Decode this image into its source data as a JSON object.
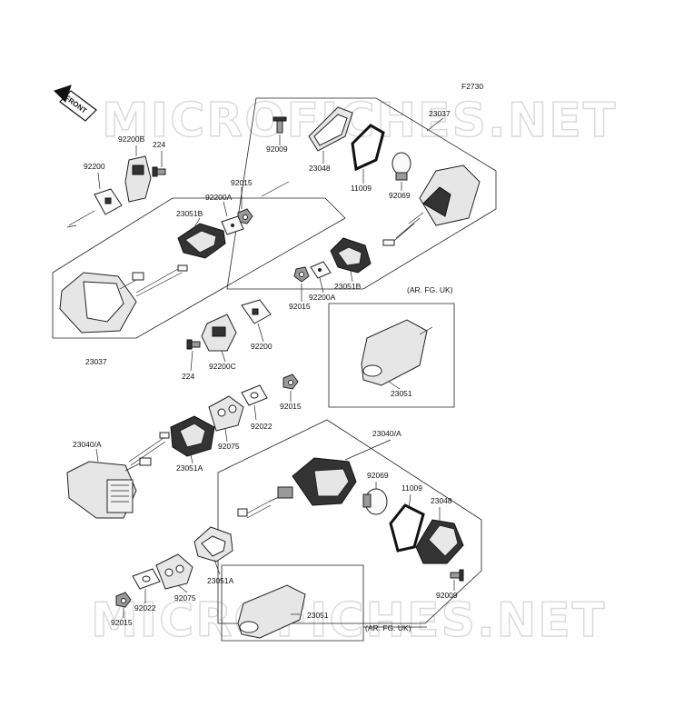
{
  "figure_code": "F2730",
  "front_label": "FRONT",
  "watermark": "MICROFICHES.NET",
  "callouts": {
    "c23037_top": "23037",
    "c92009_top": "92009",
    "c23048_top": "23048",
    "c11009_top": "11009",
    "c92069_top": "92069",
    "c92200b": "92200B",
    "c224_top": "224",
    "c92200_top": "92200",
    "c92015_top": "92015",
    "c92200a_l": "92200A",
    "c23051b_l": "23051B",
    "c23051b_r": "23051B",
    "c92200a_r": "92200A",
    "c92015_r": "92015",
    "c23037_left": "23037",
    "c92200_mid": "92200",
    "c224_mid": "224",
    "c92200c": "92200C",
    "ar_top": "(AR. FG. UK)",
    "c23051_top": "23051",
    "c92015_mid": "92015",
    "c92022_mid": "92022",
    "c92075_mid": "92075",
    "c23051a_mid": "23051A",
    "c23040a_left": "23040/A",
    "c23040a_right": "23040/A",
    "c92069_bot": "92069",
    "c11009_bot": "11009",
    "c23048_bot": "23048",
    "c92009_bot": "92009",
    "c23051a_bot": "23051A",
    "c92075_bot": "92075",
    "c92022_bot": "92022",
    "c92015_bot": "92015",
    "c23051_bot": "23051",
    "ar_bot": "(AR. FG. UK)"
  }
}
